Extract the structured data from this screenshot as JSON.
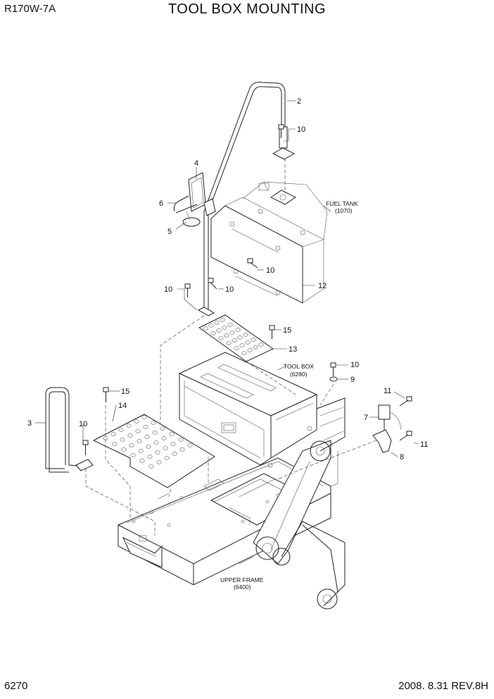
{
  "header": {
    "model": "R170W-7A",
    "title": "TOOL BOX MOUNTING"
  },
  "footer": {
    "page": "6270",
    "revision": "2008.  8.31  REV.8H"
  },
  "references": {
    "fuel_tank": {
      "name": "FUEL TANK",
      "code": "(1070)"
    },
    "tool_box": {
      "name": "TOOL BOX",
      "code": "(6280)"
    },
    "upper_frame": {
      "name": "UPPER FRAME",
      "code": "(6400)"
    }
  },
  "callouts": [
    "2",
    "10",
    "4",
    "6",
    "5",
    "10",
    "12",
    "10",
    "10",
    "15",
    "13",
    "10",
    "9",
    "15",
    "14",
    "3",
    "10",
    "11",
    "7",
    "11",
    "8"
  ]
}
